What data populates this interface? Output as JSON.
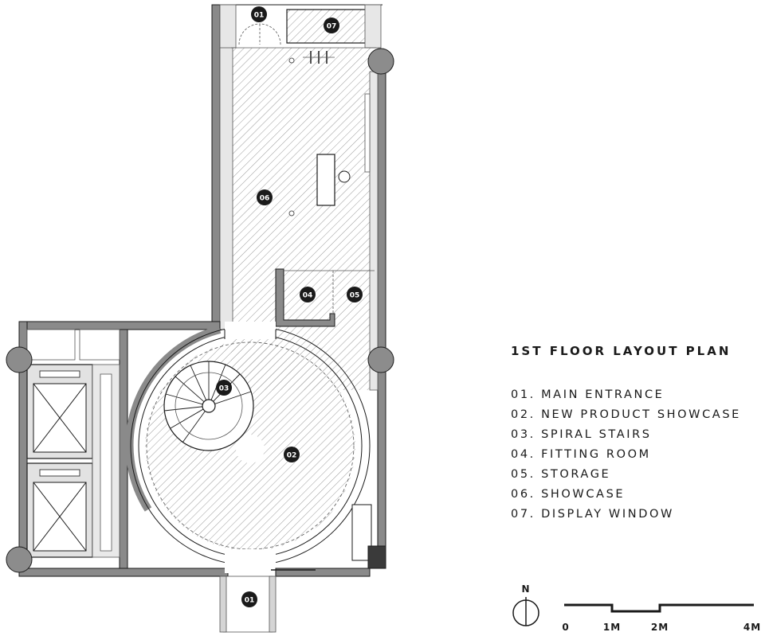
{
  "legend": {
    "title": "1ST FLOOR LAYOUT PLAN",
    "items": [
      "01. MAIN ENTRANCE",
      "02. NEW PRODUCT SHOWCASE",
      "03. SPIRAL STAIRS",
      "04. FITTING ROOM",
      "05. STORAGE",
      "06. SHOWCASE",
      "07. DISPLAY WINDOW"
    ]
  },
  "markers": {
    "entrance_top": "01",
    "display_window": "07",
    "showcase": "06",
    "fitting_room": "04",
    "storage": "05",
    "spiral_stairs": "03",
    "new_product_showcase": "02",
    "entrance_bottom": "01"
  },
  "north_arrow": {
    "label": "N"
  },
  "scale_bar": {
    "labels": [
      "0",
      "1M",
      "2M",
      "4M"
    ]
  },
  "colors": {
    "wall": "#8a8a8a",
    "hatch": "#9a9a9a",
    "ink": "#1a1a1a",
    "column": "#8c8c8c"
  }
}
